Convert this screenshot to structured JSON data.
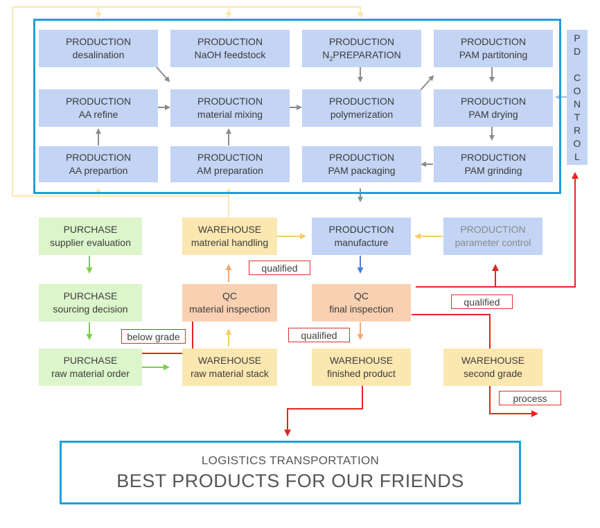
{
  "production_grid": [
    {
      "title": "PRODUCTION",
      "label": "desalination"
    },
    {
      "title": "PRODUCTION",
      "label": "NaOH feedstock"
    },
    {
      "title": "PRODUCTION",
      "label_prefix": "N",
      "label_sub": "2",
      "label_suffix": "PREPARATION"
    },
    {
      "title": "PRODUCTION",
      "label": "PAM partitoning"
    },
    {
      "title": "PRODUCTION",
      "label": "AA refine"
    },
    {
      "title": "PRODUCTION",
      "label": "material mixing"
    },
    {
      "title": "PRODUCTION",
      "label": "polymerization"
    },
    {
      "title": "PRODUCTION",
      "label": "PAM drying"
    },
    {
      "title": "PRODUCTION",
      "label": "AA prepartion"
    },
    {
      "title": "PRODUCTION",
      "label": "AM preparation"
    },
    {
      "title": "PRODUCTION",
      "label": "PAM packaging"
    },
    {
      "title": "PRODUCTION",
      "label": "PAM grinding"
    }
  ],
  "pd_control": [
    "P",
    "D",
    "",
    "C",
    "O",
    "N",
    "T",
    "R",
    "O",
    "L"
  ],
  "flow_boxes": {
    "purchase_supplier": {
      "title": "PURCHASE",
      "label": "supplier evaluation"
    },
    "purchase_sourcing": {
      "title": "PURCHASE",
      "label": "sourcing decision"
    },
    "purchase_order": {
      "title": "PURCHASE",
      "label": "raw material order"
    },
    "warehouse_handling": {
      "title": "WAREHOUSE",
      "label": "matrerial handling"
    },
    "qc_material": {
      "title": "QC",
      "label": "material inspection"
    },
    "warehouse_raw": {
      "title": "WAREHOUSE",
      "label": "raw material stack"
    },
    "production_manufacture": {
      "title": "PRODUCTION",
      "label": "manufacture"
    },
    "production_parameter": {
      "title": "PRODUCTION",
      "label": "parameter control"
    },
    "qc_final": {
      "title": "QC",
      "label": "final inspection"
    },
    "warehouse_finished": {
      "title": "WAREHOUSE",
      "label": "finished product"
    },
    "warehouse_second": {
      "title": "WAREHOUSE",
      "label": "second grade"
    }
  },
  "tags": {
    "qualified_material": "qualified",
    "below_grade": "below grade",
    "qualified_final": "qualified",
    "qualified_pd": "qualified",
    "process": "process"
  },
  "logistics": {
    "subtitle": "LOGISTICS TRANSPORTATION",
    "title": "BEST PRODUCTS FOR OUR FRIENDS"
  },
  "colors": {
    "frame_blue": "#1f9fd8",
    "production_blue": "#c3d4f4",
    "purchase_green": "#dcf5cb",
    "warehouse_yellow": "#fbe7b0",
    "qc_orange": "#f9d0b2",
    "alert_red": "#e8231f",
    "arrow_grey": "#8c8c8c"
  }
}
